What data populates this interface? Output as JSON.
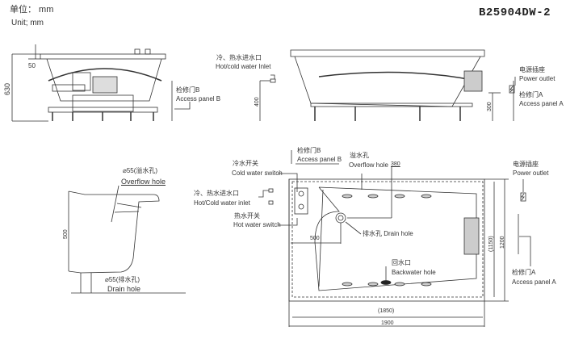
{
  "header": {
    "unit_cn": "单位： mm",
    "unit_en": "Unit; mm",
    "model": "B25904DW-2"
  },
  "side_view_left": {
    "height_dim": "630",
    "rim_dim": "50",
    "access_panel_b_cn": "检修门B",
    "access_panel_b_en": "Access panel B"
  },
  "side_view_right": {
    "inlet_cn": "冷、热水进水口",
    "inlet_en": "Hot/cold water Inlet",
    "inlet_height_dim": "400",
    "power_outlet_cn": "电源插座",
    "power_outlet_en": "Power outlet",
    "access_panel_a_cn": "检修门A",
    "access_panel_a_en": "Access panel A",
    "outlet_height_dim": "300"
  },
  "section_view": {
    "overflow_cn": "⌀55(溢水孔)",
    "overflow_en": "Overflow hole",
    "depth_dim": "500",
    "drain_cn": "⌀55(排水孔)",
    "drain_en": "Drain hole"
  },
  "top_view": {
    "access_panel_b_cn": "检修门B",
    "access_panel_b_en": "Access panel B",
    "overflow_cn": "溢水孔",
    "overflow_en": "Overflow hole",
    "overflow_dim": "380",
    "cold_switch_cn": "冷水开关",
    "cold_switch_en": "Cold water switch",
    "inlet_cn": "冷、热水进水口",
    "inlet_en": "Hot/Cold water inlet",
    "hot_switch_cn": "热水开关",
    "hot_switch_en": "Hot water switch",
    "drain_offset_dim": "500",
    "drain_label": "排水孔 Drain hole",
    "backwater_cn": "回水口",
    "backwater_en": "Backwater hole",
    "inner_length_dim": "(1850)",
    "length_dim": "1900",
    "inner_width_dim": "(1150)",
    "width_dim": "1200",
    "power_outlet_cn": "电源插座",
    "power_outlet_en": "Power outlet",
    "access_panel_a_cn": "检修门A",
    "access_panel_a_en": "Access panel A"
  }
}
